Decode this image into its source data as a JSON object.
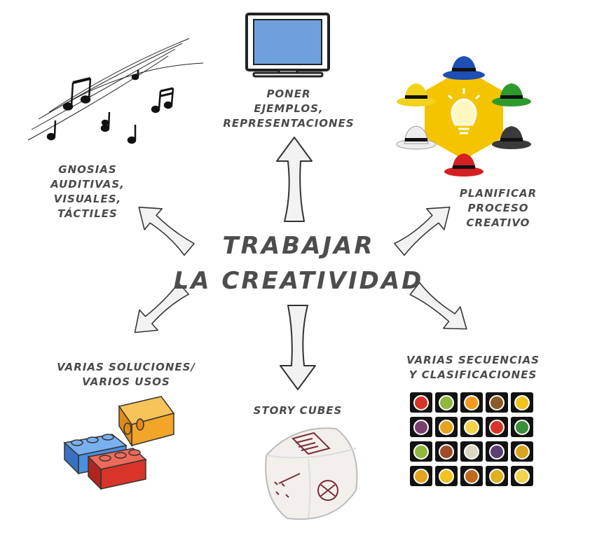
{
  "center": {
    "line1": "TRABAJAR",
    "line2": "LA CREATIVIDAD"
  },
  "nodes": {
    "gnosias": [
      "GNOSIAS",
      "AUDITIVAS,",
      "VISUALES,",
      "TÁCTILES"
    ],
    "ejemplos": [
      "PONER",
      "EJEMPLOS,",
      "REPRESENTACIONES"
    ],
    "planificar": [
      "PLANIFICAR",
      "PROCESO",
      "CREATIVO"
    ],
    "soluciones": [
      "VARIAS SOLUCIONES/",
      "VARIOS USOS"
    ],
    "story": [
      "STORY CUBES"
    ],
    "secuencias": [
      "VARIAS SECUENCIAS",
      "Y CLASIFICACIONES"
    ]
  },
  "icons": {
    "music": "music-notes-icon",
    "monitor": "computer-monitor-icon",
    "hats": "six-thinking-hats-icon",
    "lego": "lego-bricks-icon",
    "dice": "story-cube-dice-icon",
    "cards": "fruit-cards-icon"
  },
  "colors": {
    "text": "#4a4a4a",
    "arrow_fill": "#f2f2f2",
    "arrow_stroke": "#333333",
    "screen": "#6fa0dd",
    "hexagon": "#f5c400",
    "hat_blue": "#1f4fb5",
    "hat_green": "#2e9a2e",
    "hat_black": "#3a3a3a",
    "hat_red": "#d42020",
    "hat_white": "#eeeeee",
    "hat_yellow": "#f2d21a",
    "lego_yellow": "#f3a52a",
    "lego_blue": "#4a8fe0",
    "lego_red": "#d9342a",
    "tile_colors": [
      "#d9342a",
      "#8fb83c",
      "#f39a1e",
      "#8c5a2a",
      "#f2c21e",
      "#7b3f6e",
      "#e6a31d",
      "#f3d34a",
      "#d9342a",
      "#3a8f3a",
      "#8fb83c",
      "#a04a2a",
      "#dcd7c0",
      "#5b3f6e",
      "#d9a31d",
      "#e5a21d",
      "#f2c21e",
      "#c06a1e",
      "#e0b01e",
      "#f2d34a"
    ]
  }
}
